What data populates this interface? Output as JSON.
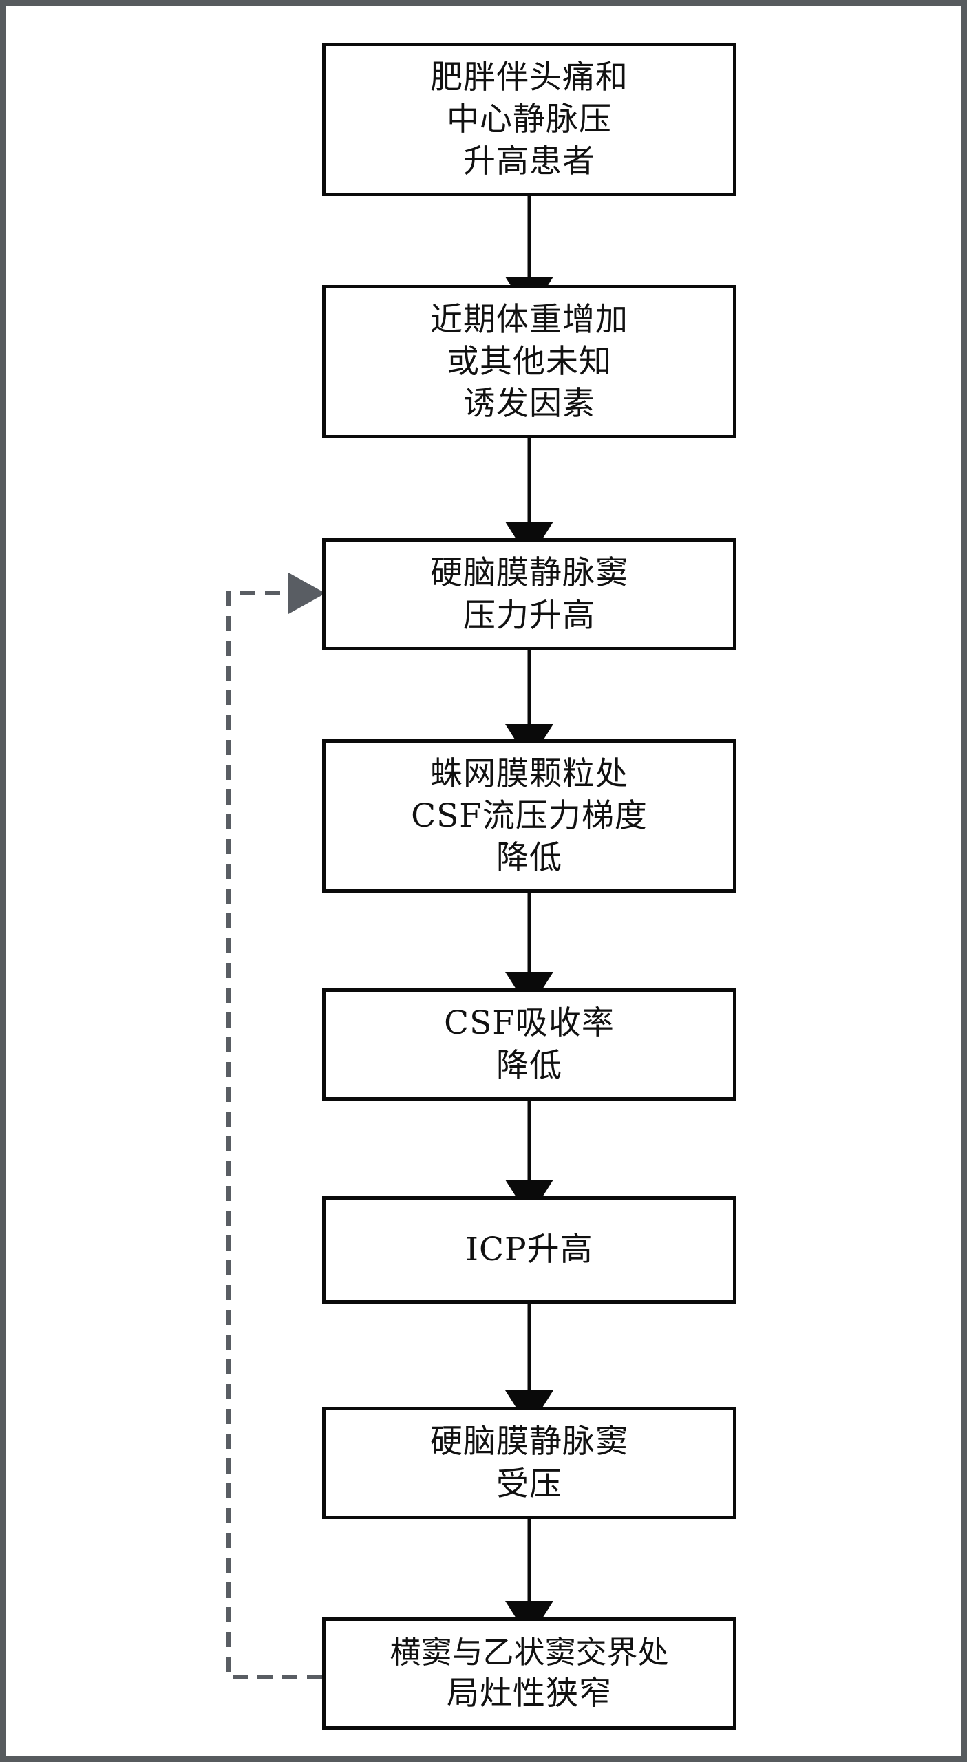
{
  "figure": {
    "type": "flowchart",
    "orientation": "vertical-top-to-bottom",
    "title_text": "",
    "border_color": "#575b5e",
    "box_border_color": "#0a0a0a",
    "arrow_color": "#0a0a0a",
    "feedback_arrow_color": "#595d63",
    "background_color": "#ffffff"
  },
  "nodes": [
    {
      "id": "node-1",
      "name": "obese-patient-with-headache",
      "lines": [
        "肥胖伴头痛和",
        "中心静脉压",
        "升高患者"
      ]
    },
    {
      "id": "node-2",
      "name": "recent-weight-gain",
      "lines": [
        "近期体重增加",
        "或其他未知",
        "诱发因素"
      ]
    },
    {
      "id": "node-3",
      "name": "dural-sinus-pressure-elevated",
      "lines": [
        "硬脑膜静脉窦",
        "压力升高"
      ]
    },
    {
      "id": "node-4",
      "name": "csf-pressure-gradient-reduced",
      "lines": [
        "蛛网膜颗粒处",
        "CSF流压力梯度",
        "降低"
      ]
    },
    {
      "id": "node-5",
      "name": "csf-absorption-reduced",
      "lines": [
        "CSF吸收率",
        "降低"
      ]
    },
    {
      "id": "node-6",
      "name": "icp-elevated",
      "lines": [
        "ICP升高"
      ]
    },
    {
      "id": "node-7",
      "name": "dural-sinus-compressed",
      "lines": [
        "硬脑膜静脉窦",
        "受压"
      ]
    },
    {
      "id": "node-8",
      "name": "focal-stenosis-transverse-sigmoid",
      "lines": [
        "横窦与乙状窦交界处",
        "局灶性狭窄"
      ]
    }
  ],
  "edges": [
    {
      "from": "node-1",
      "to": "node-2",
      "style": "solid",
      "arrow": "down"
    },
    {
      "from": "node-2",
      "to": "node-3",
      "style": "solid",
      "arrow": "down"
    },
    {
      "from": "node-3",
      "to": "node-4",
      "style": "solid",
      "arrow": "down"
    },
    {
      "from": "node-4",
      "to": "node-5",
      "style": "solid",
      "arrow": "down"
    },
    {
      "from": "node-5",
      "to": "node-6",
      "style": "solid",
      "arrow": "down"
    },
    {
      "from": "node-6",
      "to": "node-7",
      "style": "solid",
      "arrow": "down"
    },
    {
      "from": "node-7",
      "to": "node-8",
      "style": "solid",
      "arrow": "down"
    },
    {
      "from": "node-8",
      "to": "node-3",
      "style": "dashed",
      "arrow": "right",
      "label": ""
    }
  ]
}
